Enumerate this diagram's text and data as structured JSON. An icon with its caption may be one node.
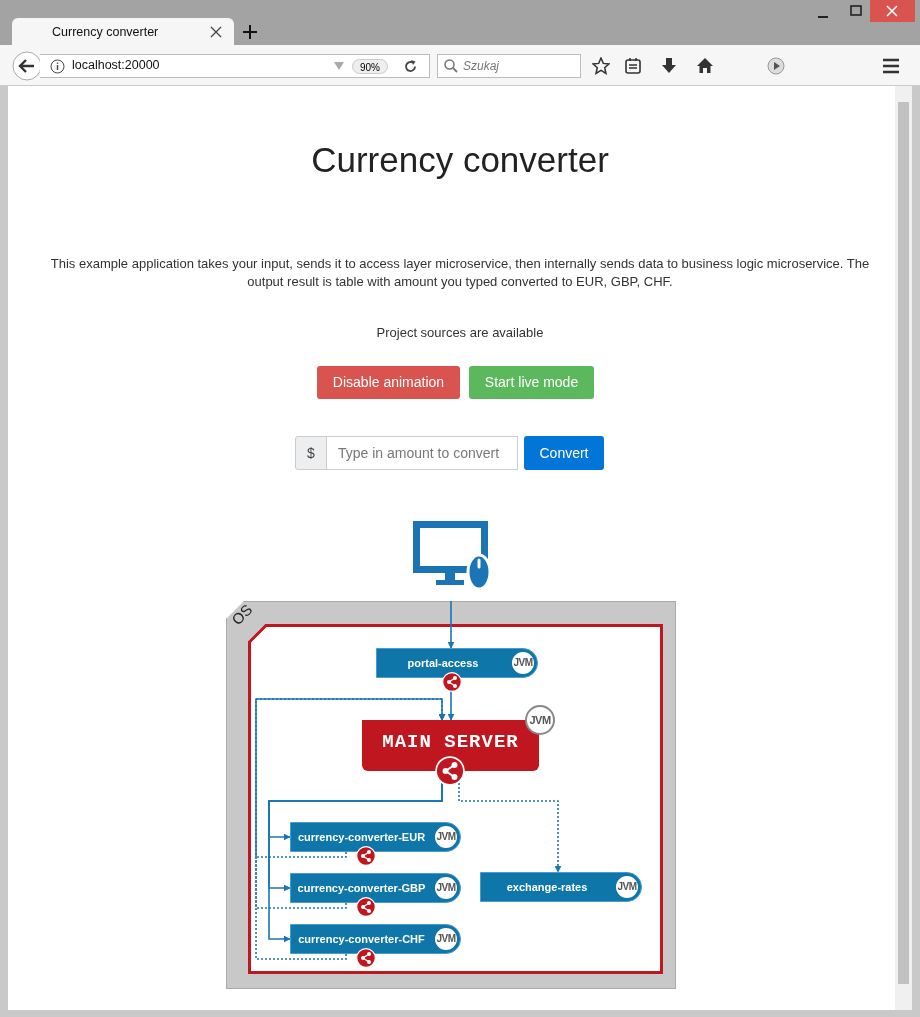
{
  "diagram": {
    "title": "Currency converter",
    "nodes": [
      {
        "text": [
          "OS"
        ]
      },
      {
        "text": [],
        "shape": "box",
        "in": 0
      },
      {
        "text": [],
        "shape": "picture"
      },
      {
        "text": [
          "portal-access",
          "JVM"
        ],
        "in": 1
      },
      {
        "text": [
          "MAIN SERVER",
          "JVM"
        ],
        "in": 1
      },
      {
        "text": [
          "currency-converter-EUR",
          "JVM"
        ],
        "in": 1
      },
      {
        "text": [
          "currency-converter-GBP",
          "JVM"
        ],
        "in": 1
      },
      {
        "text": [
          "currency-converter-CHF",
          "JVM"
        ],
        "in": 1
      },
      {
        "text": [
          "exchange-rates",
          "JVM"
        ],
        "in": 1
      }
    ],
    "edges": [
      {
        "from": 2,
        "to": 3,
        "arrow": "to"
      },
      {
        "from": 3,
        "to": 4,
        "arrow": "to"
      },
      {
        "from": 4,
        "to": 5,
        "arrow": "to"
      },
      {
        "from": 4,
        "to": 6,
        "arrow": "to"
      },
      {
        "from": 4,
        "to": 7,
        "arrow": "to"
      },
      {
        "from": 4,
        "to": 8,
        "arrow": "to",
        "style": "dashed"
      },
      {
        "from": 5,
        "to": 4,
        "arrow": "to",
        "style": "dashed"
      },
      {
        "from": 6,
        "to": 4,
        "arrow": "to",
        "style": "dashed"
      },
      {
        "from": 7,
        "to": 4,
        "arrow": "to",
        "style": "dashed"
      }
    ],
    "labels": [
      "Currency converter",
      "localhost:20000",
      "90%",
      "Szukaj",
      "This example application takes your input, sends it to access layer microservice, then internally sends data to business logic microservice. The output result is table with amount you typed converted to EUR, GBP, CHF.",
      "Project sources are available",
      "Disable animation",
      "Start live mode",
      "$",
      "Type in amount to convert",
      "Convert"
    ]
  }
}
